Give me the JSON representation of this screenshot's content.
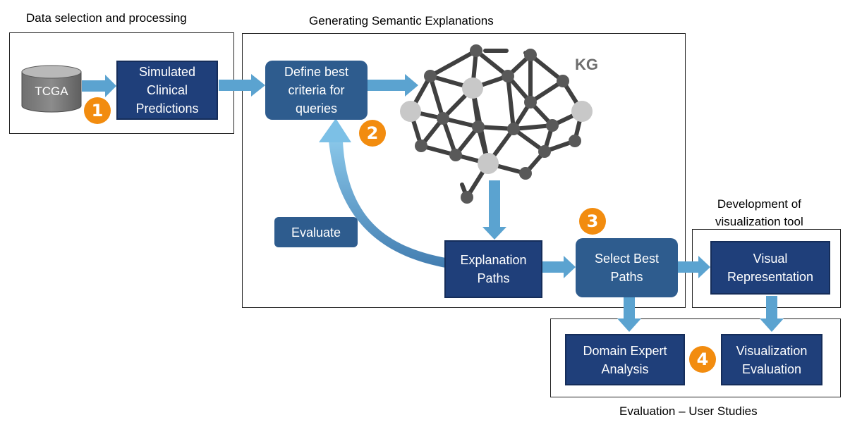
{
  "sections": {
    "data_selection": "Data selection and processing",
    "semantic": "Generating Semantic Explanations",
    "visualization": "Development of\nvisualization tool",
    "evaluation": "Evaluation – User Studies"
  },
  "nodes": {
    "tcga": "TCGA",
    "simulated": "Simulated\nClinical\nPredictions",
    "define": "Define best\ncriteria for\nqueries",
    "evaluate": "Evaluate",
    "explanation": "Explanation\nPaths",
    "select": "Select Best\nPaths",
    "visual": "Visual\nRepresentation",
    "domain": "Domain Expert\nAnalysis",
    "viz_eval": "Visualization\nEvaluation"
  },
  "kg_label": "KG",
  "badges": [
    "1",
    "2",
    "3",
    "4"
  ],
  "colors": {
    "dark_box": "#1f3f7a",
    "rounded_box": "#2e5c8e",
    "arrow": "#5ba3d0",
    "badge": "#f28c0f",
    "kg_node_dark": "#595959",
    "kg_node_light": "#c8c8c8",
    "kg_edge": "#404040"
  }
}
